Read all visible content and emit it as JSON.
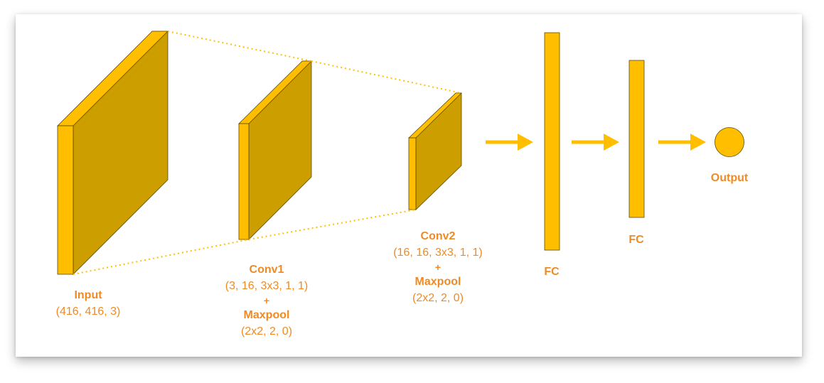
{
  "colors": {
    "face": "#ffbf00",
    "side": "#cc9e00",
    "outline": "#5c4a00",
    "dotted": "#ffbf00",
    "text": "#f08a24"
  },
  "layers": {
    "input": {
      "name": "Input",
      "params": "(416, 416, 3)"
    },
    "conv1": {
      "name": "Conv1",
      "params": "(3, 16, 3x3, 1, 1)",
      "plus": "+",
      "pool": "Maxpool",
      "pool_params": "(2x2, 2, 0)"
    },
    "conv2": {
      "name": "Conv2",
      "params": "(16, 16, 3x3, 1, 1)",
      "plus": "+",
      "pool": "Maxpool",
      "pool_params": "(2x2, 2, 0)"
    },
    "fc1": {
      "name": "FC"
    },
    "fc2": {
      "name": "FC"
    },
    "output": {
      "name": "Output"
    }
  }
}
